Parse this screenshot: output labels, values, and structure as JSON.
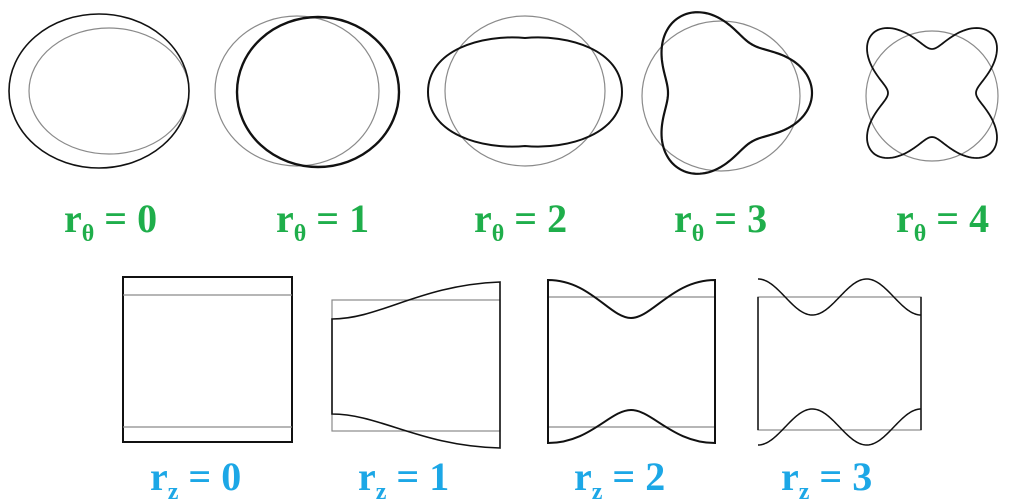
{
  "colors": {
    "theta_label": "#1fae4b",
    "z_label": "#1ca7e6",
    "deformed_stroke": "#111111",
    "reference_stroke": "#8a8a8a"
  },
  "theta_modes": [
    {
      "base": "r",
      "sub": "θ",
      "eq": " = 0"
    },
    {
      "base": "r",
      "sub": "θ",
      "eq": " = 1"
    },
    {
      "base": "r",
      "sub": "θ",
      "eq": " = 2"
    },
    {
      "base": "r",
      "sub": "θ",
      "eq": " = 3"
    },
    {
      "base": "r",
      "sub": "θ",
      "eq": " = 4"
    }
  ],
  "z_modes": [
    {
      "base": "r",
      "sub": "z",
      "eq": " = 0"
    },
    {
      "base": "r",
      "sub": "z",
      "eq": " = 1"
    },
    {
      "base": "r",
      "sub": "z",
      "eq": " = 2"
    },
    {
      "base": "r",
      "sub": "z",
      "eq": " = 3"
    }
  ]
}
